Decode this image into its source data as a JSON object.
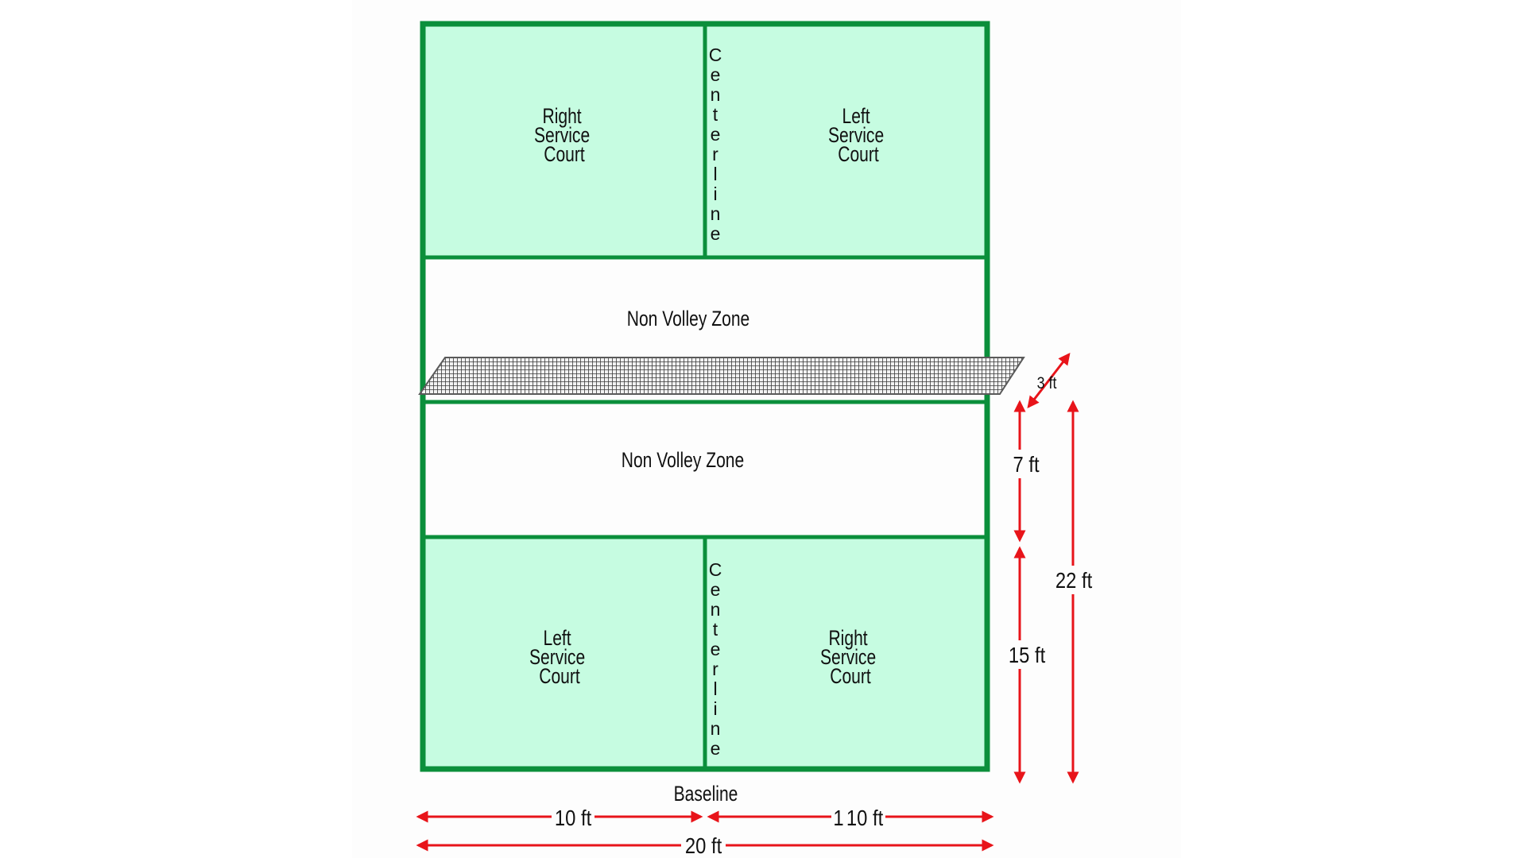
{
  "colors": {
    "court_fill": "#c6fce1",
    "court_line": "#0b8f3b",
    "arrow": "#e8141a",
    "net": "#333333"
  },
  "top_right_service": [
    "Right",
    "Service",
    "Court"
  ],
  "top_left_service": [
    "Left",
    "Service",
    "Court"
  ],
  "bottom_left_service": [
    "Left",
    "Service",
    "Court"
  ],
  "bottom_right_service": [
    "Right",
    "Service",
    "Court"
  ],
  "centerline_top": "Centerline",
  "centerline_bottom": "Centerline",
  "nvz_top": "Non Volley Zone",
  "nvz_bottom": "Non Volley Zone",
  "baseline": "Baseline",
  "dimensions": {
    "net_offset": "3 ft",
    "nvz_depth": "7 ft",
    "service_depth": "15 ft",
    "half_court_length": "22 ft",
    "half_width_left": "10 ft",
    "half_width_right": "10 ft",
    "full_width": "20 ft",
    "stray_mark": "1"
  }
}
